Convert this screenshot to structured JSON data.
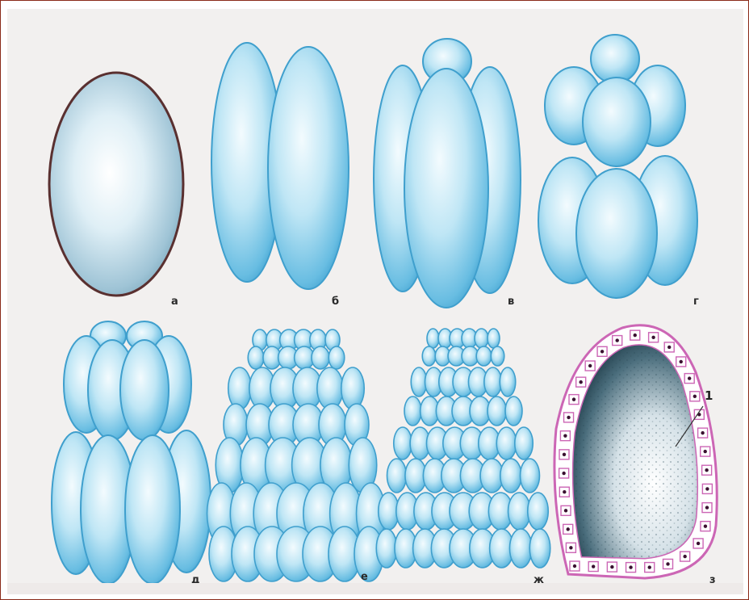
{
  "stages": [
    {
      "label": "а"
    },
    {
      "label": "б"
    },
    {
      "label": "в"
    },
    {
      "label": "г"
    },
    {
      "label": "д"
    },
    {
      "label": "е"
    },
    {
      "label": "ж"
    },
    {
      "label": "з"
    }
  ],
  "blastula_part_label": "1",
  "colors": {
    "cell_light": "#eef8fc",
    "cell_mid": "#8fd0ea",
    "cell_dark": "#3f9fcd",
    "zygote_edge": "#5a3030",
    "blastoderm": "#cc66b5",
    "blastocoel_dark": "#0f3340",
    "background": "#f2f0ef"
  }
}
